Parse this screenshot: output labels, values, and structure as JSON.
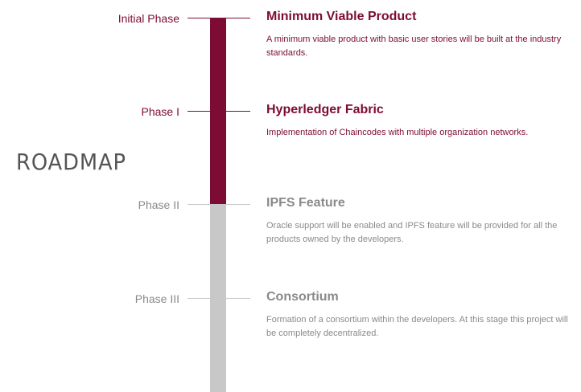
{
  "title": "ROADMAP",
  "colors": {
    "active": "#7d0c34",
    "inactive": "#c8c8c8",
    "inactive_text": "#8a8a8a"
  },
  "phases": [
    {
      "label": "Initial Phase",
      "title": "Minimum Viable Product",
      "description": "A minimum viable product with basic user stories will be built at the industry standards.",
      "status": "completed"
    },
    {
      "label": "Phase I",
      "title": "Hyperledger Fabric",
      "description": "Implementation of  Chaincodes with multiple organization networks.",
      "status": "completed"
    },
    {
      "label": "Phase II",
      "title": "IPFS Feature",
      "description": "Oracle support will be enabled and IPFS feature will be provided for all the products owned by the developers.",
      "status": "upcoming"
    },
    {
      "label": "Phase III",
      "title": "Consortium",
      "description": "Formation of a consortium within the developers.  At this stage this project will be completely decentralized.",
      "status": "upcoming"
    }
  ]
}
